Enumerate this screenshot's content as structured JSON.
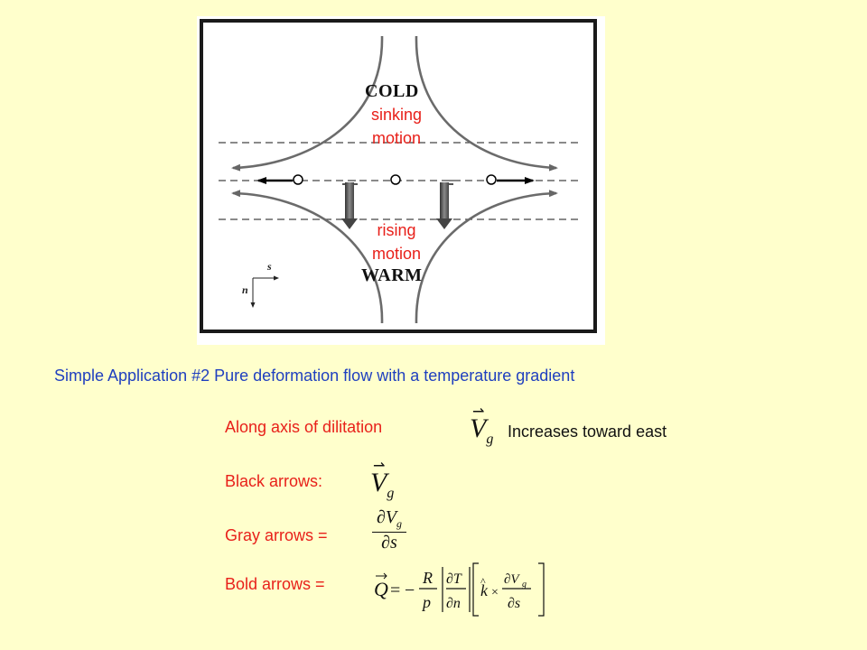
{
  "figure": {
    "cold_label": "COLD",
    "warm_label": "WARM",
    "sinking_label": "sinking motion",
    "rising_label": "rising motion",
    "axis_s": "s",
    "axis_n": "n"
  },
  "caption": {
    "title": "Simple Application #2  Pure deformation flow with a temperature gradient",
    "dilitation_label": "Along axis of dilitation",
    "dilitation_result": "Increases toward east",
    "black_arrows_label": "Black arrows:",
    "gray_arrows_label": "Gray arrows =",
    "bold_arrows_label": "Bold arrows ="
  },
  "colors": {
    "background": "#ffffcc",
    "caption_red": "#e8201a",
    "title_blue": "#1f3fbf",
    "flow_gray": "#6b6b6b"
  }
}
